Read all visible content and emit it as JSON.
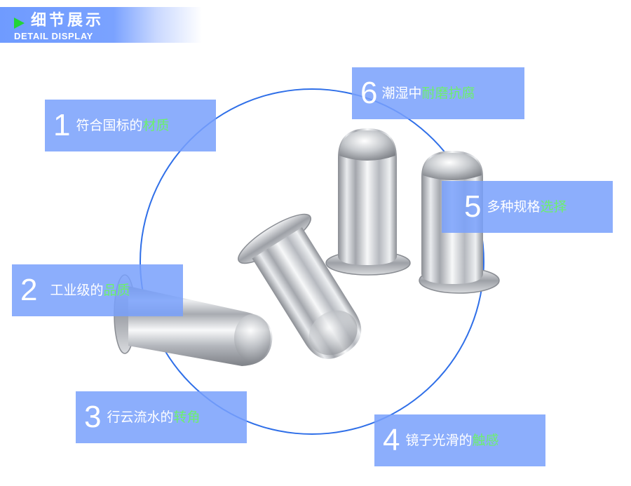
{
  "header": {
    "title": "细节展示",
    "subtitle": "DETAIL DISPLAY",
    "icon": "play-triangle-icon",
    "colors": {
      "banner": "#6f9bff",
      "triangle": "#22d436"
    }
  },
  "product": {
    "image_alt": "四颗银色不锈钢圆头空心铆钉",
    "icon": "rivet-product-image"
  },
  "features": [
    {
      "num": "1",
      "text": "符合国标的",
      "highlight": "材质"
    },
    {
      "num": "2",
      "text": "工业级的",
      "highlight": "品质"
    },
    {
      "num": "3",
      "text": "行云流水的",
      "highlight": "转角"
    },
    {
      "num": "4",
      "text": "镜子光滑的",
      "highlight": "触感"
    },
    {
      "num": "5",
      "text": "多种规格",
      "highlight": "选择"
    },
    {
      "num": "6",
      "text": "潮湿中",
      "highlight": "耐磨抗腐"
    }
  ],
  "colors": {
    "box": "#86aefc",
    "highlight_text": "#6cf06c",
    "circle": "#2f6fe8"
  }
}
